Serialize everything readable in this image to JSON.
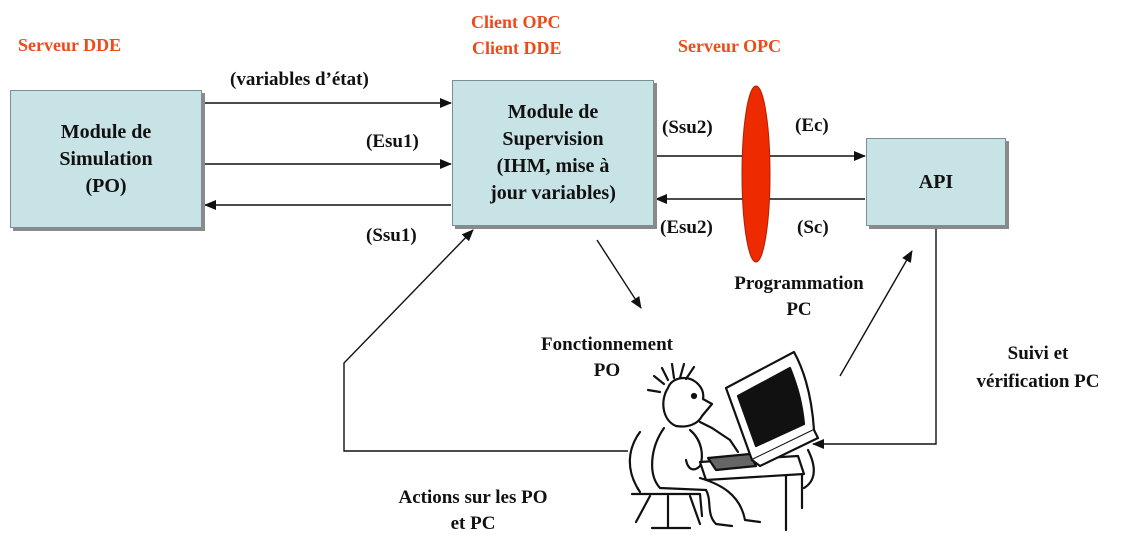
{
  "headers": {
    "dde_server": "Serveur DDE",
    "opc_client": "Client OPC",
    "dde_client": "Client DDE",
    "opc_server": "Serveur OPC"
  },
  "boxes": {
    "simulation": [
      "Module de",
      "Simulation",
      "(PO)"
    ],
    "supervision": [
      "Module de",
      "Supervision",
      "(IHM, mise à",
      "jour variables)"
    ],
    "api": [
      "API"
    ]
  },
  "labels": {
    "state_vars": "(variables d’état)",
    "esu1": "(Esu1)",
    "ssu1": "(Ssu1)",
    "ssu2": "(Ssu2)",
    "esu2": "(Esu2)",
    "ec": "(Ec)",
    "sc": "(Sc)",
    "programming": [
      "Programmation",
      "PC"
    ],
    "operation": [
      "Fonctionnement",
      "PO"
    ],
    "monitoring": [
      "Suivi et",
      "vérification PC"
    ],
    "actions": [
      "Actions sur les PO",
      "et PC"
    ]
  },
  "colors": {
    "header_red": "#ee4a1a",
    "box_fill": "#c7e3e5",
    "ellipse": "#ee2a00"
  }
}
